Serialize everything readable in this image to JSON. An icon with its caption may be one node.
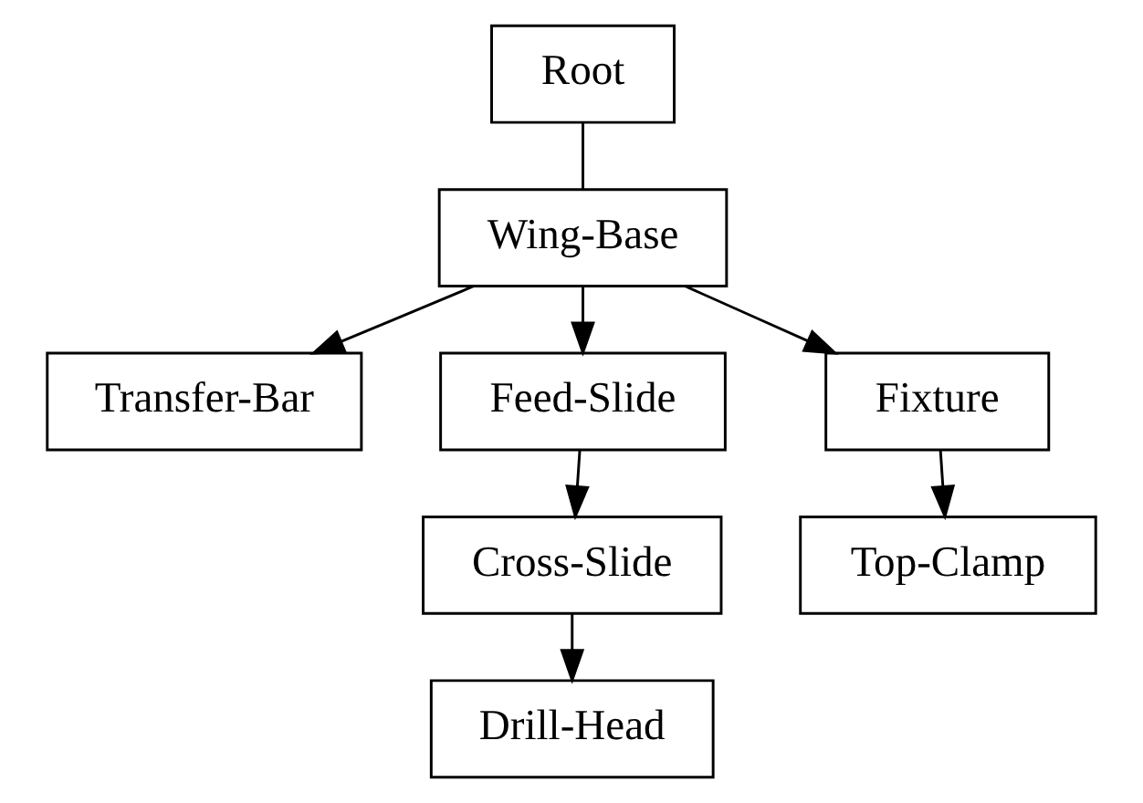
{
  "diagram": {
    "nodes": [
      {
        "text": [
          "Root"
        ]
      },
      {
        "text": [
          "Wing-Base"
        ]
      },
      {
        "text": [
          "Transfer-Bar"
        ]
      },
      {
        "text": [
          "Feed-Slide"
        ]
      },
      {
        "text": [
          "Fixture"
        ]
      },
      {
        "text": [
          "Cross-Slide"
        ]
      },
      {
        "text": [
          "Top-Clamp"
        ]
      },
      {
        "text": [
          "Drill-Head"
        ]
      }
    ],
    "edges": [
      {
        "from": 0,
        "to": 1,
        "arrow": "none"
      },
      {
        "from": 1,
        "to": 2,
        "arrow": "to"
      },
      {
        "from": 1,
        "to": 3,
        "arrow": "to"
      },
      {
        "from": 1,
        "to": 4,
        "arrow": "to"
      },
      {
        "from": 3,
        "to": 5,
        "arrow": "to"
      },
      {
        "from": 4,
        "to": 6,
        "arrow": "to"
      },
      {
        "from": 5,
        "to": 7,
        "arrow": "to"
      }
    ]
  }
}
